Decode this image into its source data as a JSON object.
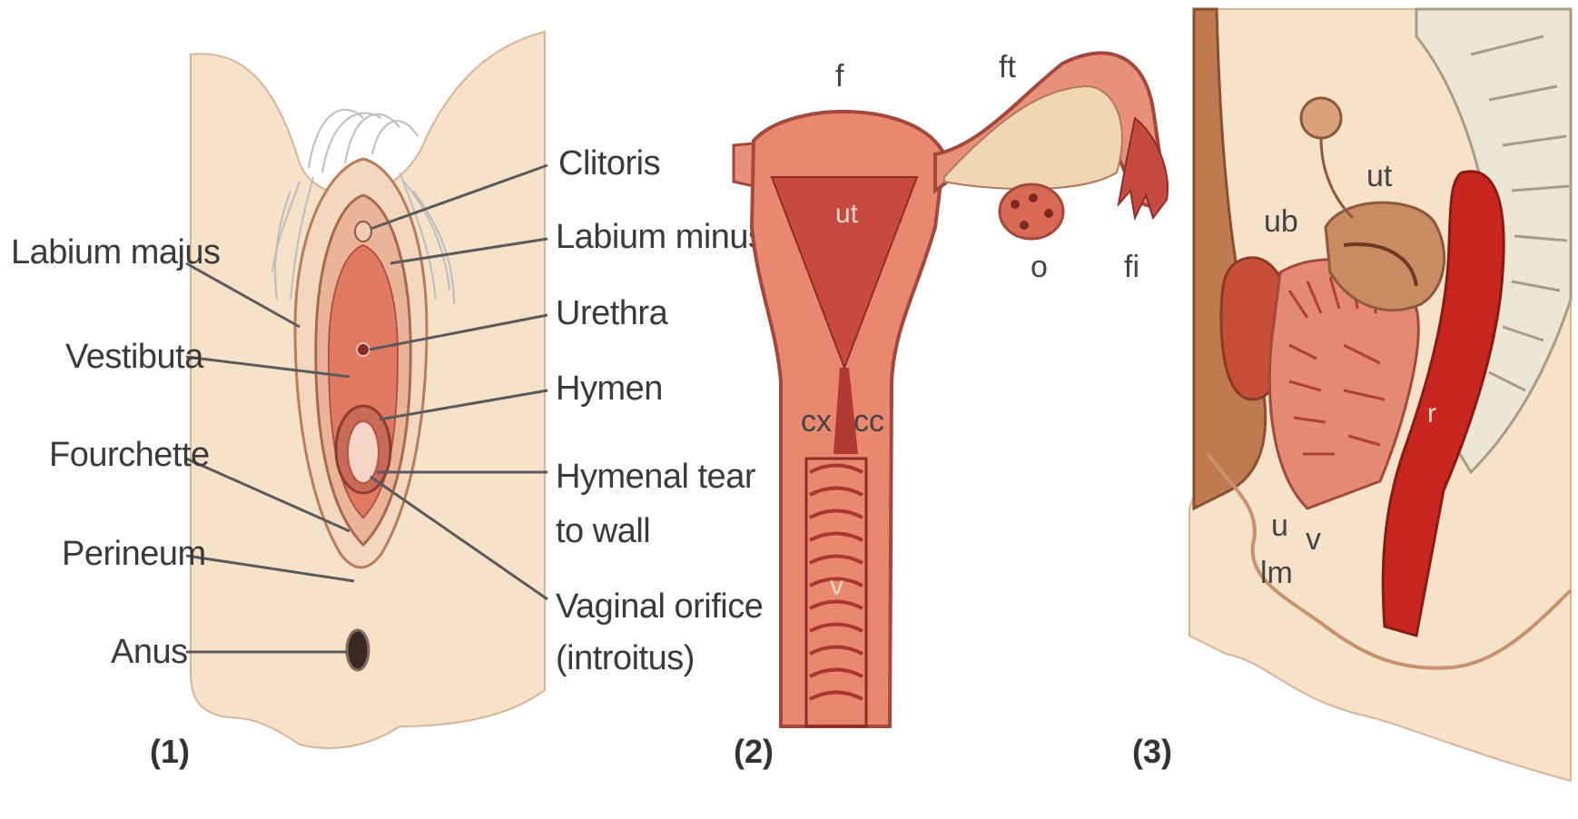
{
  "panels": [
    {
      "number": "(1)",
      "labels": {
        "labium_majus": "Labium majus",
        "vestibuta": "Vestibuta",
        "fourchette": "Fourchette",
        "perineum": "Perineum",
        "anus": "Anus",
        "clitoris": "Clitoris",
        "labium_minus": "Labium minus",
        "urethra": "Urethra",
        "hymen": "Hymen",
        "hymenal_tear_line1": "Hymenal tear",
        "hymenal_tear_line2": "to wall",
        "vaginal_orifice_line1": "Vaginal orifice",
        "vaginal_orifice_line2": "(introitus)"
      }
    },
    {
      "number": "(2)",
      "labels": {
        "f": "f",
        "ft": "ft",
        "ut": "ut",
        "o": "o",
        "fi": "fi",
        "cx": "cx",
        "cc": "cc",
        "v": "v"
      }
    },
    {
      "number": "(3)",
      "labels": {
        "ub": "ub",
        "ut": "ut",
        "r": "r",
        "u": "u",
        "v": "v",
        "lm": "lm"
      }
    }
  ],
  "colors": {
    "skin": "#f6e2c8",
    "skin_outline": "#c8926f",
    "tissue": "#e07a62",
    "tissue_dark": "#c0413a",
    "rectum": "#c8261e",
    "bladder": "#b8673e",
    "bone": "#ece6d4",
    "hair": "#bdbdbd"
  }
}
